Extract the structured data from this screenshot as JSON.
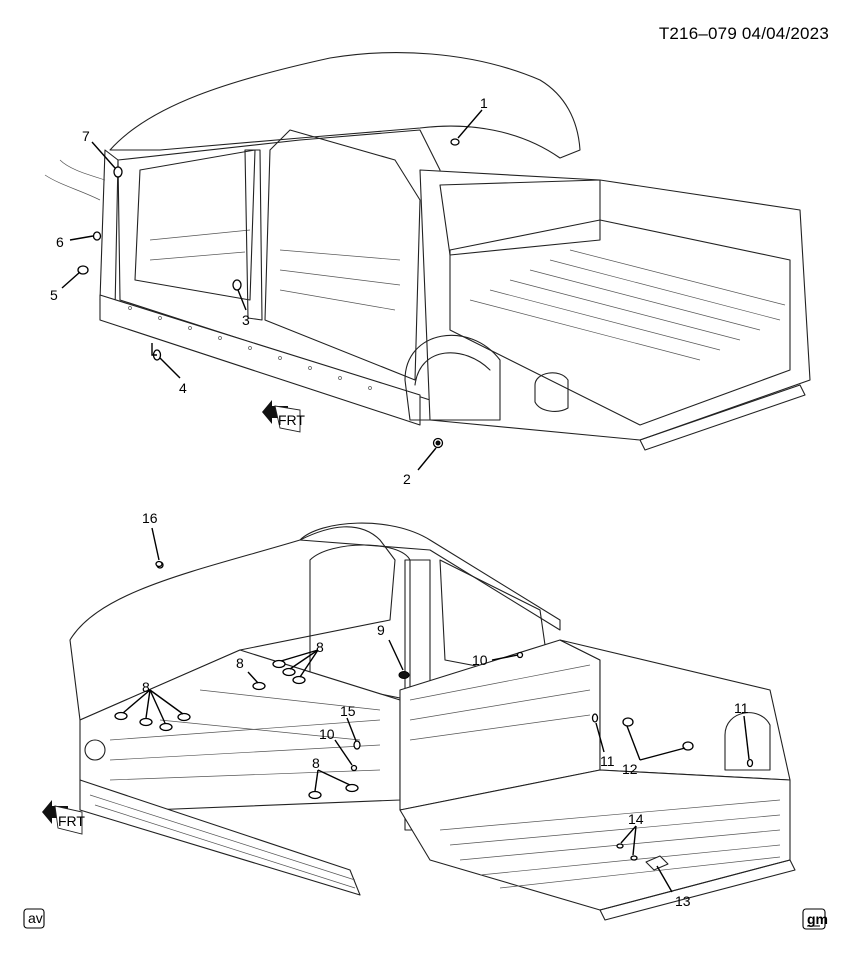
{
  "header": {
    "reference": "T216–079  04/04/2023"
  },
  "callouts": {
    "c1": "1",
    "c2": "2",
    "c3": "3",
    "c4": "4",
    "c5": "5",
    "c6": "6",
    "c7": "7",
    "c8a": "8",
    "c8b": "8",
    "c8c": "8",
    "c8d": "8",
    "c9": "9",
    "c10a": "10",
    "c10b": "10",
    "c11a": "11",
    "c11b": "11",
    "c12": "12",
    "c13": "13",
    "c14": "14",
    "c15": "15",
    "c16": "16"
  },
  "direction_markers": {
    "top": "FRT",
    "bottom": "FRT"
  },
  "badges": {
    "left": "av",
    "right": "gm"
  },
  "colors": {
    "ink": "#222222",
    "background": "#ffffff"
  }
}
